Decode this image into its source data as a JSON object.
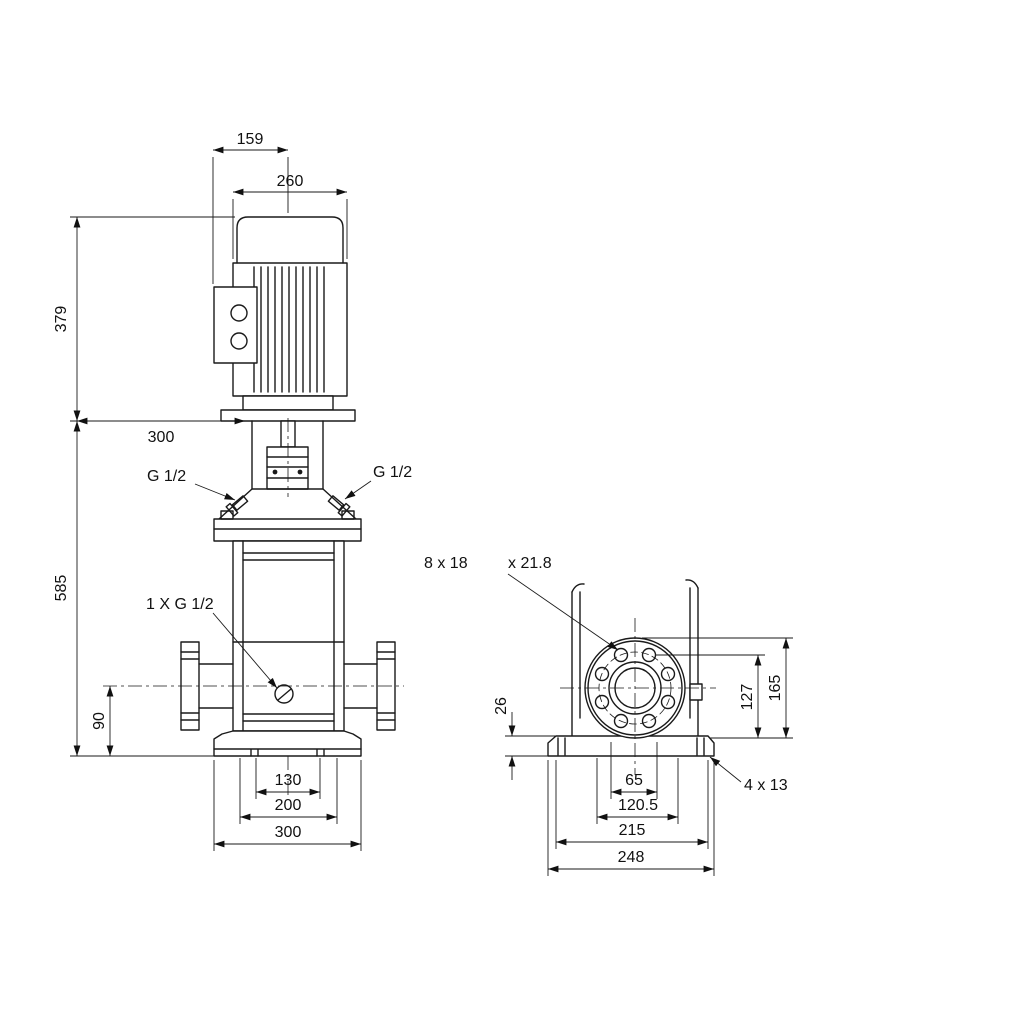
{
  "front": {
    "dim159": "159",
    "dim260": "260",
    "dim379": "379",
    "dim300top": "300",
    "g12left": "G 1/2",
    "g12right": "G 1/2",
    "dim585": "585",
    "drain": "1 X G 1/2",
    "dim90": "90",
    "dim130": "130",
    "dim200": "200",
    "dim300base": "300"
  },
  "side": {
    "holes8x18": "8 x 18",
    "holesx218": "x 21.8",
    "dim26": "26",
    "dim127": "127",
    "dim165": "165",
    "dim65": "65",
    "dim1205": "120.5",
    "dim215": "215",
    "dim248": "248",
    "holes4x13": "4 x 13"
  }
}
